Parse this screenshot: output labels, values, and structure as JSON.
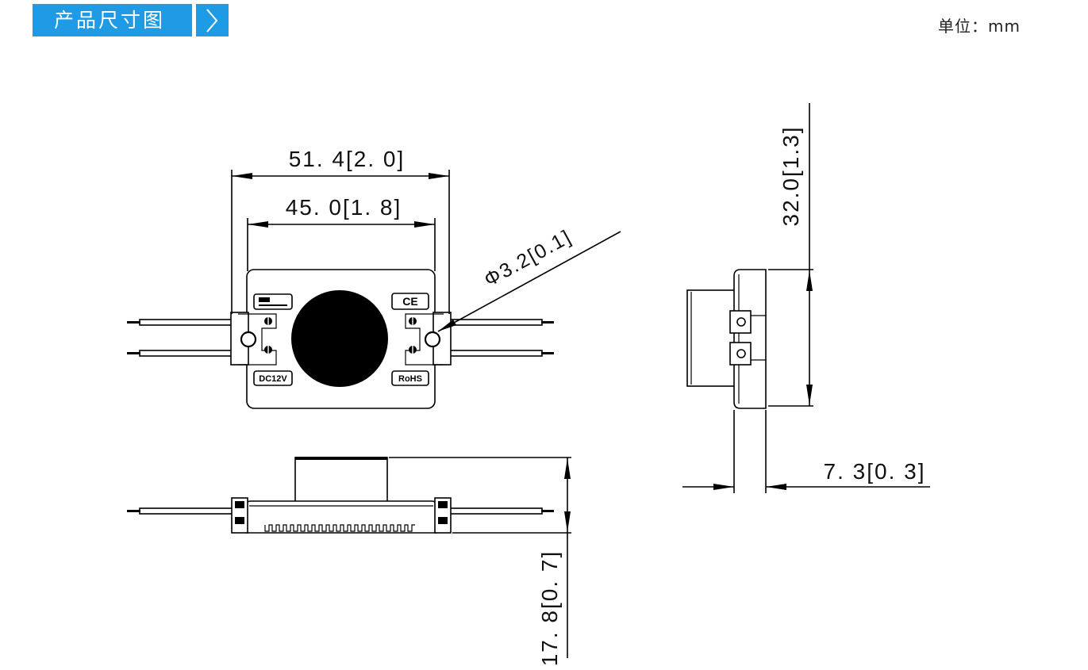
{
  "header": {
    "title": "产品尺寸图",
    "chevron_icon": "chevron-right-icon",
    "unit_label": "单位：mm"
  },
  "colors": {
    "accent": "#1f9be6",
    "line": "#000000"
  },
  "dimensions": {
    "overall_length": "51. 4[2. 0]",
    "hole_spacing": "45. 0[1. 8]",
    "hole_diameter": "Φ3.2[0.1]",
    "width": "32.0[1.3]",
    "body_thickness": "7. 3[0. 3]",
    "overall_height": "17. 8[0. 7]"
  },
  "labels": {
    "ce": "CE",
    "voltage": "DC12V",
    "rohs": "RoHS",
    "logo_icon": "brand-logo-icon"
  }
}
